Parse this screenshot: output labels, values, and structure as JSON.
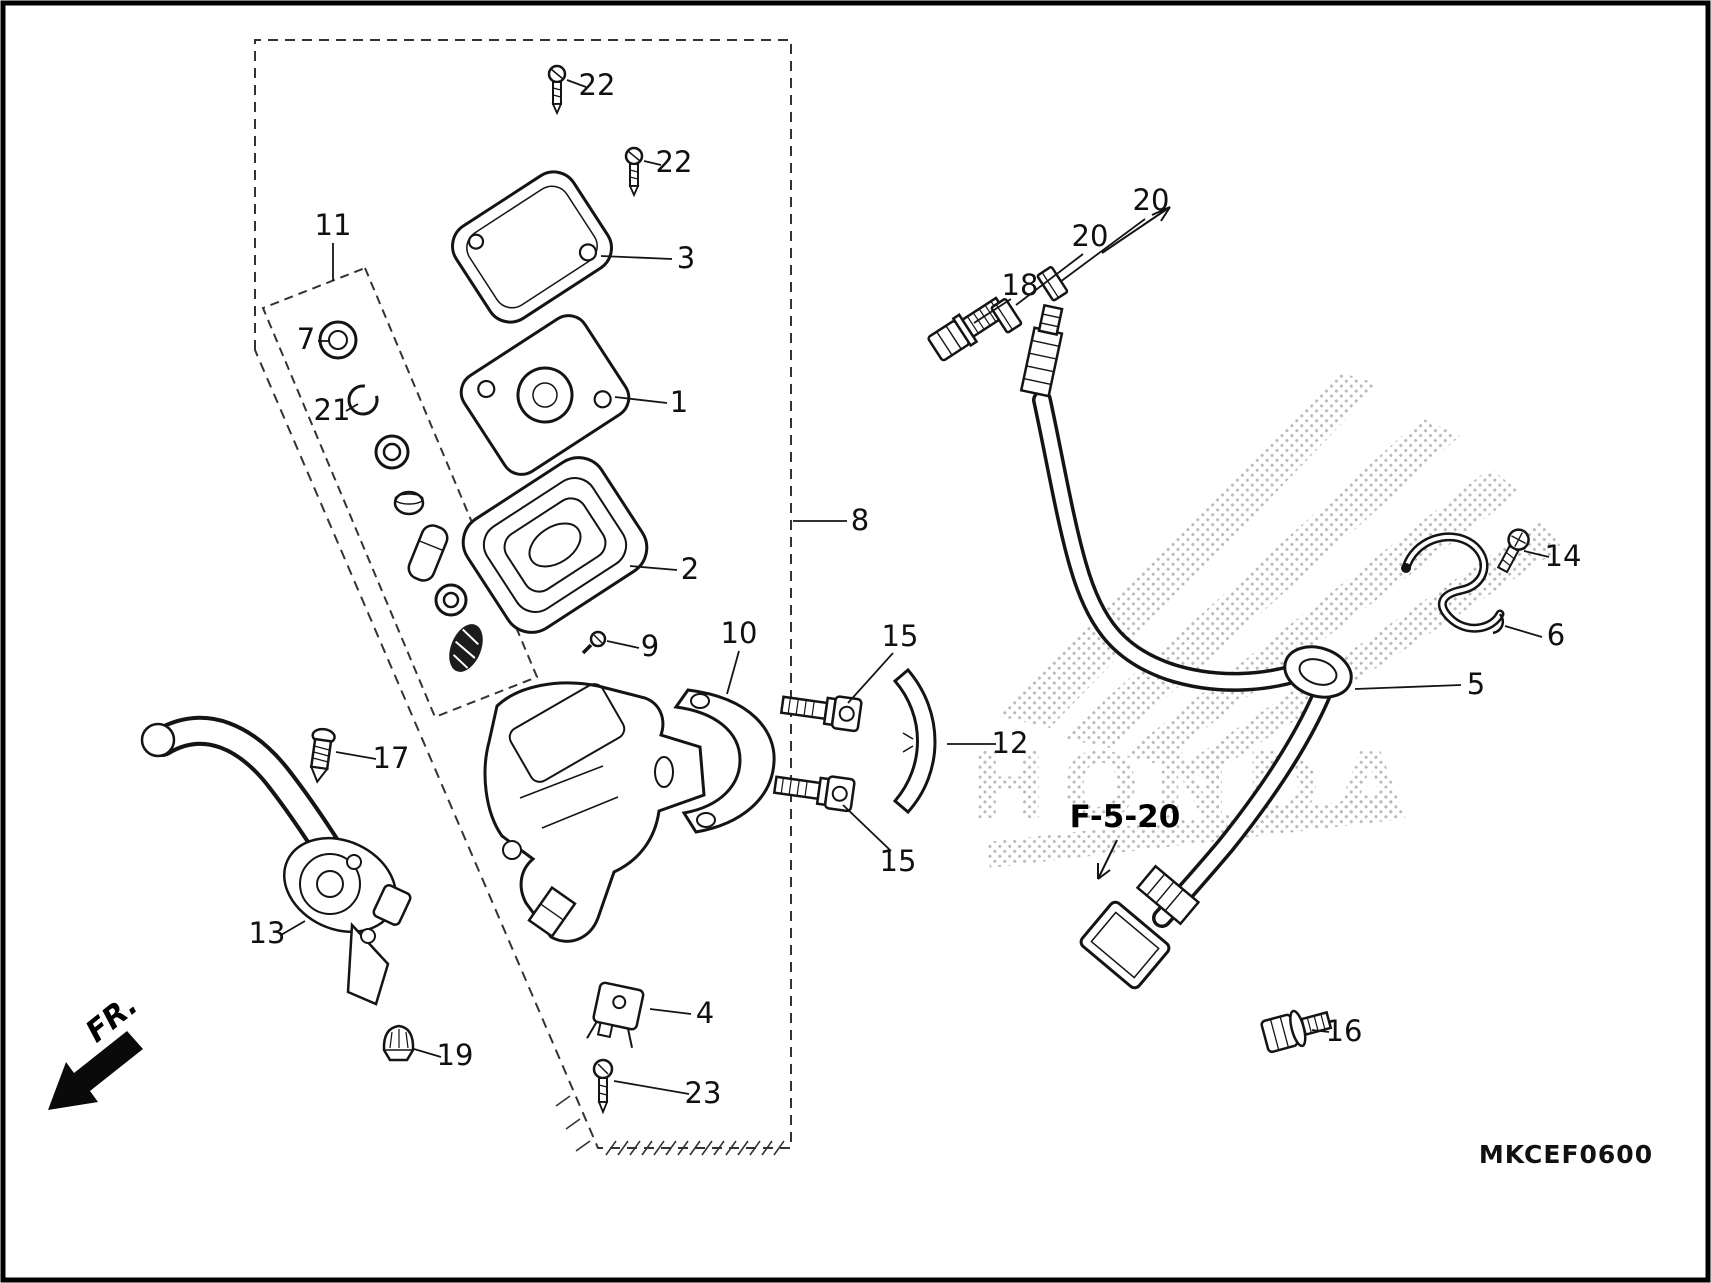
{
  "diagram": {
    "reference_link": "F-5-20",
    "code": "MKCEF0600",
    "direction": "FR.",
    "watermark": "HONDA"
  },
  "part_labels": [
    {
      "part": "22"
    },
    {
      "part": "22"
    },
    {
      "part": "11"
    },
    {
      "part": "3"
    },
    {
      "part": "7"
    },
    {
      "part": "21"
    },
    {
      "part": "1"
    },
    {
      "part": "2"
    },
    {
      "part": "8"
    },
    {
      "part": "9"
    },
    {
      "part": "10"
    },
    {
      "part": "15"
    },
    {
      "part": "18"
    },
    {
      "part": "20"
    },
    {
      "part": "20"
    },
    {
      "part": "14"
    },
    {
      "part": "6"
    },
    {
      "part": "5"
    },
    {
      "part": "12"
    },
    {
      "part": "17"
    },
    {
      "part": "15"
    },
    {
      "part": "13"
    },
    {
      "part": "4"
    },
    {
      "part": "19"
    },
    {
      "part": "16"
    },
    {
      "part": "23"
    }
  ]
}
